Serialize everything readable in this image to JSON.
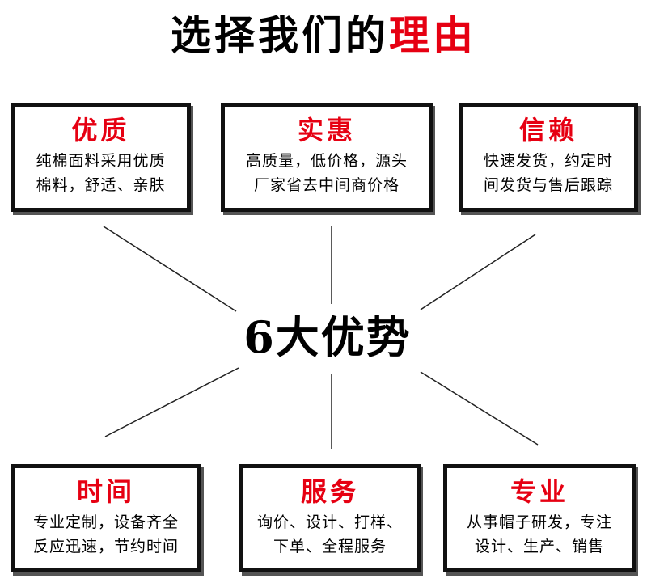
{
  "title": {
    "main": "选择我们的",
    "highlight": "理由"
  },
  "center_label": "6大优势",
  "colors": {
    "accent": "#e60012",
    "border": "#111111"
  },
  "cards": [
    {
      "heading": "优质",
      "line1": "纯棉面料采用优质",
      "line2": "棉料，舒适、亲肤"
    },
    {
      "heading": "实惠",
      "line1": "高质量，低价格，源头",
      "line2": "厂家省去中间商价格"
    },
    {
      "heading": "信赖",
      "line1": "快速发货，约定时",
      "line2": "间发货与售后跟踪"
    },
    {
      "heading": "时间",
      "line1": "专业定制，设备齐全",
      "line2": "反应迅速，节约时间"
    },
    {
      "heading": "服务",
      "line1": "询价、设计、打样、",
      "line2": "下单、全程服务"
    },
    {
      "heading": "专业",
      "line1": "从事帽子研发，专注",
      "line2": "设计、生产、销售"
    }
  ]
}
